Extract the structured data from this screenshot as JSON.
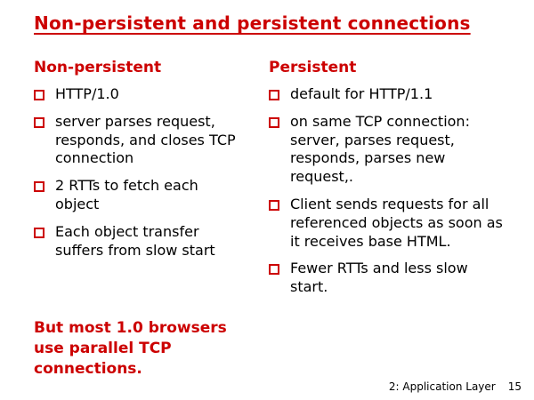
{
  "title": "Non-persistent and persistent connections",
  "left": {
    "header": "Non-persistent",
    "items": [
      "HTTP/1.0",
      "server parses request, responds, and closes TCP connection",
      "2 RTTs to fetch each object",
      "Each object transfer suffers from slow start"
    ],
    "note": "But most 1.0 browsers use parallel TCP connections."
  },
  "right": {
    "header": "Persistent",
    "items": [
      "default for HTTP/1.1",
      "on same TCP connection: server, parses request, responds, parses new request,.",
      "Client sends requests for all referenced objects as soon as it receives base HTML.",
      "Fewer RTTs and less slow start."
    ]
  },
  "footer": {
    "label": "2: Application Layer",
    "page": "15"
  },
  "colors": {
    "accent": "#cc0000",
    "text": "#000000"
  }
}
